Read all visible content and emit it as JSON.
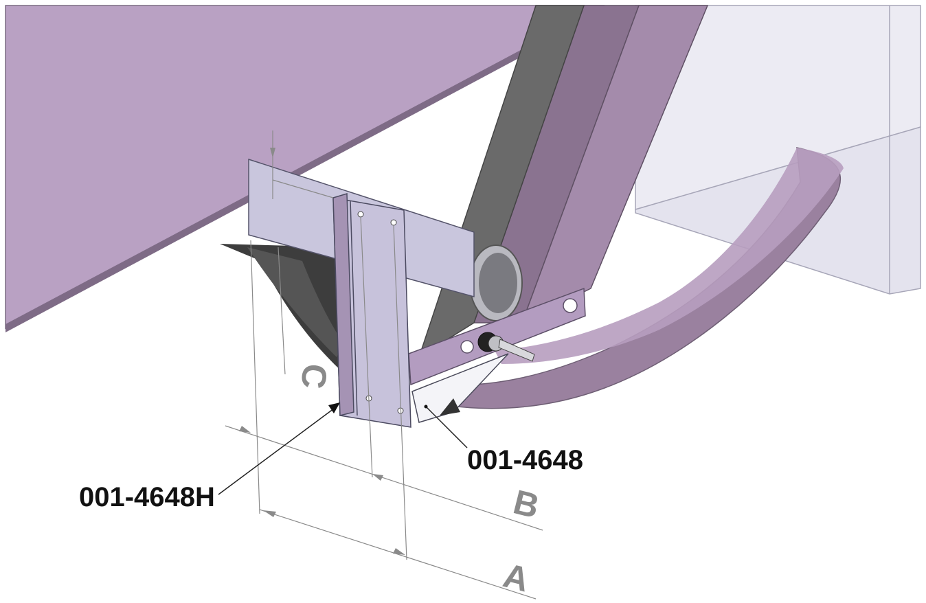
{
  "callouts": {
    "bracket_left": "001-4648H",
    "bracket_right": "001-4648"
  },
  "dimensions": {
    "a": "A",
    "b": "B",
    "c": "C"
  },
  "colors": {
    "frame": "#b9a1c3",
    "frame_dark": "#8a7390",
    "frame_side": "#9a819f",
    "bracket": "#c7c2db",
    "bracket_light": "#e2e0ee",
    "ghost_box": "#ecebf3",
    "dim_line": "#8a8a8a",
    "callout_text": "#111111"
  }
}
